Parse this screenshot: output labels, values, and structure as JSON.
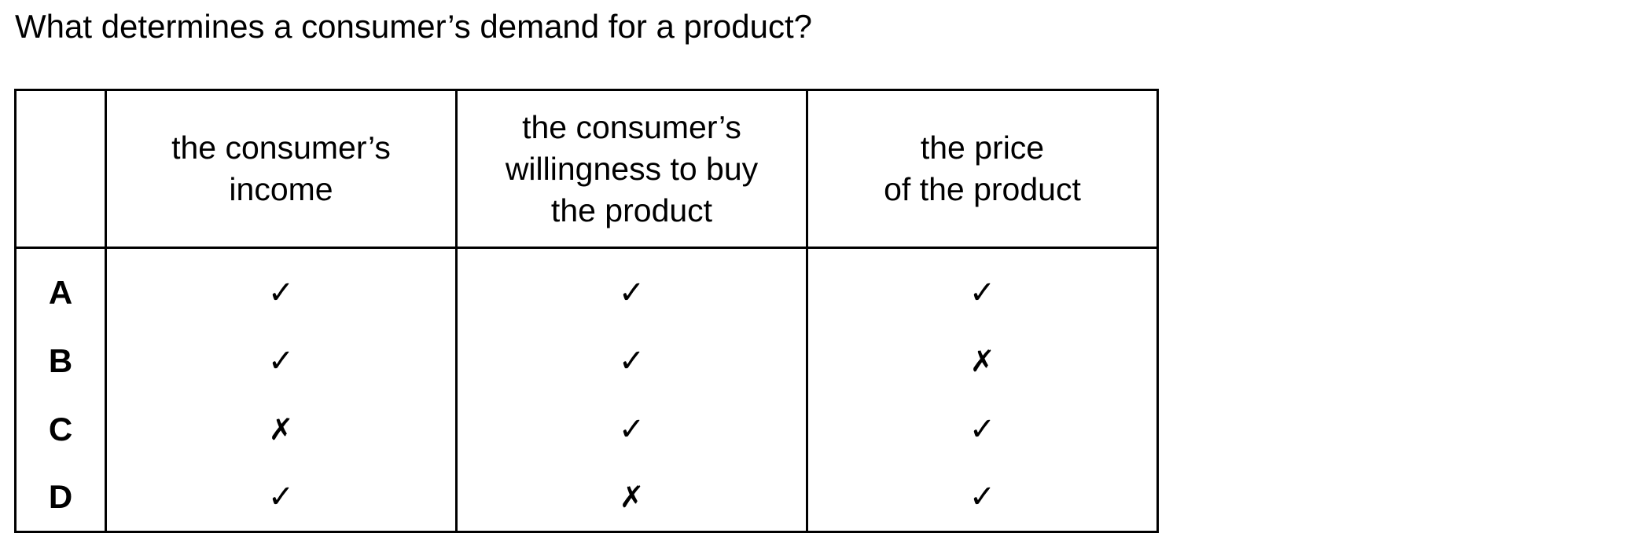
{
  "question": "What determines a consumer’s demand for a product?",
  "table": {
    "columns": [
      {
        "lines": [
          "the consumer’s",
          "income"
        ]
      },
      {
        "lines": [
          "the consumer’s",
          "willingness to buy",
          "the product"
        ]
      },
      {
        "lines": [
          "the price",
          "of the product"
        ]
      }
    ],
    "rows": [
      {
        "label": "A",
        "cells": [
          "✓",
          "✓",
          "✓"
        ]
      },
      {
        "label": "B",
        "cells": [
          "✓",
          "✓",
          "✗"
        ]
      },
      {
        "label": "C",
        "cells": [
          "✗",
          "✓",
          "✓"
        ]
      },
      {
        "label": "D",
        "cells": [
          "✓",
          "✗",
          "✓"
        ]
      }
    ]
  }
}
